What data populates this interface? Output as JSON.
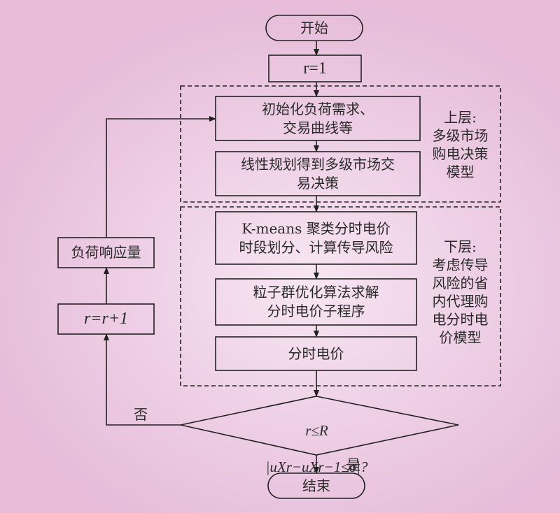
{
  "diagram": {
    "start": "开始",
    "init_r": "r=1",
    "upper": {
      "step1": "初始化负荷需求、\n交易曲线等",
      "step2": "线性规划得到多级市场交\n易决策",
      "label": "上层:\n多级市场\n购电决策\n模型"
    },
    "lower": {
      "step1": "K-means 聚类分时电价\n时段划分、计算传导风险",
      "step2": "粒子群优化算法求解\n分时电价子程序",
      "step3": "分时电价",
      "label": "下层:\n考虑传导\n风险的省\n内代理购\n电分时电\n价模型"
    },
    "decision": {
      "line1": "r≤R",
      "line2": "|uXr−uXr−1≤σ|?"
    },
    "yes_label": "是",
    "no_label": "否",
    "increment": "r=r+1",
    "load_response": "负荷响应量",
    "end": "结束"
  }
}
